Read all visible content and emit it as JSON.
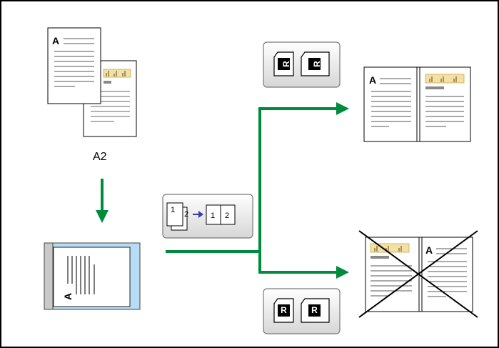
{
  "source_label": "A2",
  "doc_letter": "A",
  "page_numbers": [
    "1",
    "2"
  ],
  "orientation_glyph": "R",
  "colors": {
    "flow_arrow": "#008a3c",
    "mode_arrow": "#3a3aa8",
    "scanner_glass": "#b6dcf6",
    "chart_highlight": "#f3e0a6",
    "button_face": "#eeeeee"
  },
  "icons": {
    "layout_top": "orientation-r-left-pair-icon",
    "layout_bottom": "orientation-r-upright-pair-icon",
    "mode": "two-to-one-booklet-icon",
    "invalid": "cross-out-icon"
  }
}
